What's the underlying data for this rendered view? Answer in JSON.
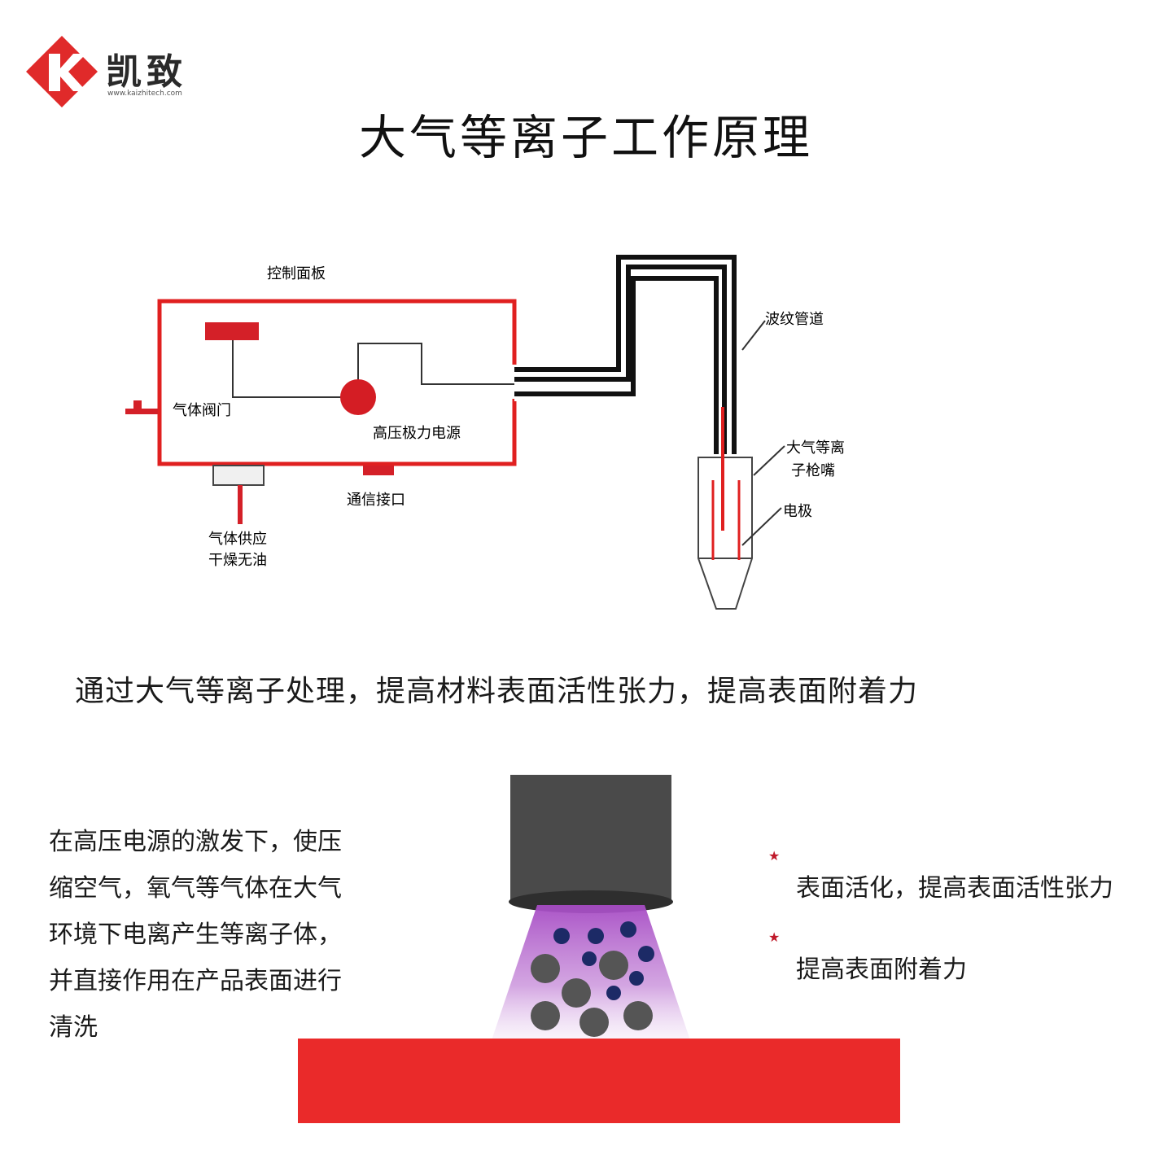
{
  "brand": {
    "name": "凯致",
    "url": "www.kaizhitech.com",
    "color": "#e02a2a"
  },
  "title": "大气等离子工作原理",
  "diagram": {
    "control_panel": "控制面板",
    "gas_valve": "气体阀门",
    "hv_power": "高压极力电源",
    "comm_port": "通信接口",
    "gas_supply_line1": "气体供应",
    "gas_supply_line2": "干燥无油",
    "corrugated_pipe": "波纹管道",
    "gun_nozzle_line1": "大气等离",
    "gun_nozzle_line2": "子枪嘴",
    "electrode": "电极",
    "accent_color": "#e02020"
  },
  "subtitle": "通过大气等离子处理，提高材料表面活性张力，提高表面附着力",
  "description_lines": [
    "在高压电源的激发下，使压",
    "缩空气，氧气等气体在大气",
    "环境下电离产生等离子体，",
    "并直接作用在产品表面进行",
    "清洗"
  ],
  "benefits": [
    "表面活化，提高表面活性张力",
    "提高表面附着力"
  ],
  "plasma_color": "#a64bc4",
  "substrate_color": "#ea2a2a"
}
